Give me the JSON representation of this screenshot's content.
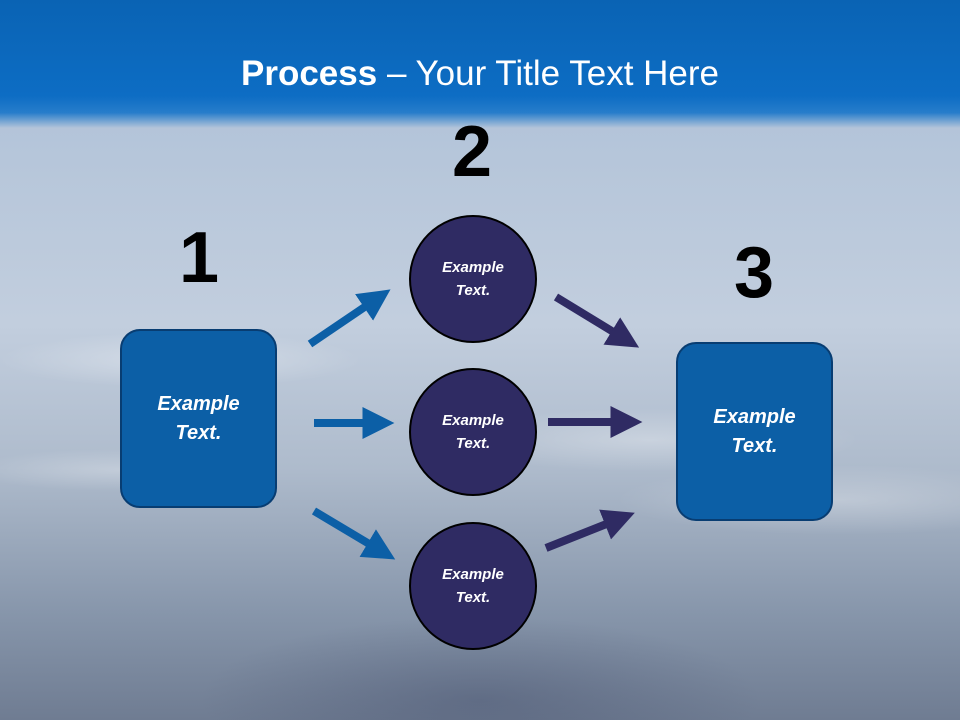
{
  "title": {
    "bold": "Process",
    "rest": " – Your Title Text Here"
  },
  "steps": {
    "one": {
      "number": "1",
      "text": "Example Text."
    },
    "two": {
      "number": "2"
    },
    "three": {
      "number": "3",
      "text": "Example Text."
    }
  },
  "circles": [
    {
      "text": "Example Text."
    },
    {
      "text": "Example Text."
    },
    {
      "text": "Example Text."
    }
  ],
  "colors": {
    "title_band": "#0d6dc4",
    "box_fill": "#0c5fa6",
    "circle_fill": "#2f2b63",
    "left_arrows": "#0c5fa6",
    "right_arrows": "#2f2b63"
  }
}
